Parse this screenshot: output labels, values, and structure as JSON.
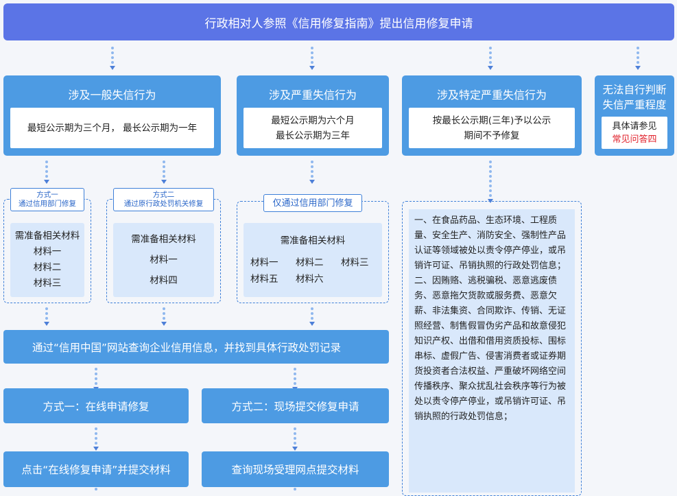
{
  "top": {
    "title": "行政相对人参照《信用修复指南》提出信用修复申请"
  },
  "col1": {
    "title": "涉及一般失信行为",
    "period": "最短公示期为三个月， 最长公示期为一年",
    "way1": {
      "label_l1": "方式一",
      "label_l2": "通过信用部门修复",
      "heading": "需准备相关材料",
      "items": [
        "材料一",
        "材料二",
        "材料三"
      ]
    },
    "way2": {
      "label_l1": "方式二",
      "label_l2": "通过原行政处罚机关修复",
      "heading": "需准备相关材料",
      "items": [
        "材料一",
        "材料四"
      ]
    }
  },
  "col2": {
    "title": "涉及严重失信行为",
    "period_l1": "最短公示期为六个月",
    "period_l2": "最长公示期为三年",
    "only_label": "仅通过信用部门修复",
    "heading": "需准备相关材料",
    "items": [
      "材料一",
      "材料二",
      "材料三",
      "材料五",
      "材料六"
    ]
  },
  "col3": {
    "title": "涉及特定严重失信行为",
    "period_l1": "按最长公示期(三年)予以公示",
    "period_l2": "期间不予修复",
    "detail_1": "一、在食品药品、生态环境、工程质量、安全生产、消防安全、强制性产品认证等领域被处以责令停产停业，或吊销许可证、吊销执照的行政处罚信息；",
    "detail_2": "二、因贿赂、逃税骗税、恶意逃废债务、恶意拖欠货款或服务费、恶意欠薪、非法集资、合同欺诈、传销、无证照经营、制售假冒伪劣产品和故意侵犯知识产权、出借和借用资质投标、围标串标、虚假广告、侵害消费者或证券期货投资者合法权益、严重破坏网络空间传播秩序、聚众扰乱社会秩序等行为被处以责令停产停业，或吊销许可证、吊销执照的行政处罚信息；"
  },
  "col4": {
    "title_l1": "无法自行判断",
    "title_l2": "失信严重程度",
    "ref_l1": "具体请参见",
    "ref_l2": "常见问答四"
  },
  "steps": {
    "query": "通过“信用中国”网站查询企业信用信息，并找到具体行政处罚记录",
    "online": "方式一：在线申请修复",
    "onsite": "方式二：现场提交修复申请",
    "online_next": "点击“在线修复申请”并提交材料",
    "onsite_next": "查询现场受理网点提交材料"
  },
  "colors": {
    "top_bar": "#5b74e6",
    "box_blue": "#4d9be3",
    "light_blue": "#d9e8fb",
    "dash_blue": "#3d7fd8",
    "red_text": "#e0212b"
  }
}
